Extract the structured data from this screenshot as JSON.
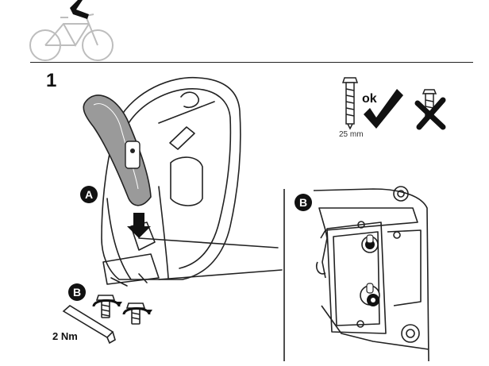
{
  "step": {
    "number": "1"
  },
  "callouts": {
    "a": "A",
    "b": "B"
  },
  "screw_check": {
    "ok_label": "ok",
    "length_label": "25 mm"
  },
  "torque": {
    "label": "2 Nm"
  },
  "colors": {
    "line": "#222222",
    "strap_fill": "#9a9a9a",
    "bike_line": "#bdbdbd",
    "dark_fill": "#111111"
  },
  "icons": [
    "bicycle-icon",
    "child-seat-icon",
    "screw-icon",
    "checkmark-icon",
    "cross-icon",
    "allen-key-icon",
    "rotation-arrow-icon"
  ]
}
